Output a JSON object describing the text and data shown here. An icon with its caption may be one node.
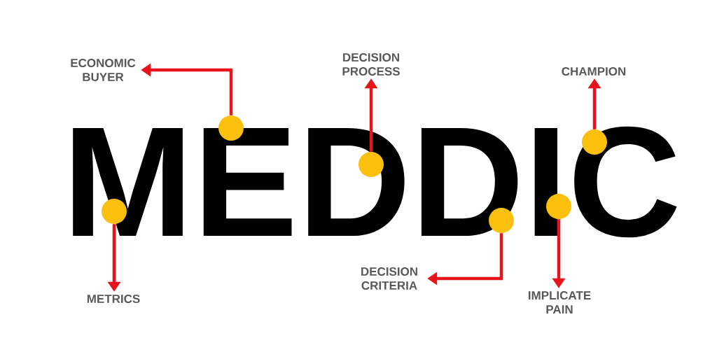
{
  "diagram": {
    "nodes": [
      {
        "text": [
          "MEDDIC"
        ]
      },
      {
        "text": [
          "ECONOMIC BUYER"
        ]
      },
      {
        "text": [
          "DECISION PROCESS"
        ]
      },
      {
        "text": [
          "CHAMPION"
        ]
      },
      {
        "text": [
          "METRICS"
        ]
      },
      {
        "text": [
          "DECISION CRITERIA"
        ]
      },
      {
        "text": [
          "IMPLICATE PAIN"
        ]
      },
      {
        "text": [],
        "shape": "circle"
      },
      {
        "text": [],
        "shape": "circle"
      },
      {
        "text": [],
        "shape": "circle"
      },
      {
        "text": [],
        "shape": "circle"
      },
      {
        "text": [],
        "shape": "circle"
      },
      {
        "text": [],
        "shape": "circle"
      }
    ],
    "edges": [
      {
        "from": 7,
        "to": 4,
        "arrow": "to"
      },
      {
        "from": 8,
        "to": 1,
        "arrow": "to"
      },
      {
        "from": 9,
        "to": 2,
        "arrow": "to"
      },
      {
        "from": 10,
        "to": 5,
        "arrow": "to"
      },
      {
        "from": 11,
        "to": 6,
        "arrow": "to"
      },
      {
        "from": 12,
        "to": 3,
        "arrow": "to"
      }
    ]
  }
}
